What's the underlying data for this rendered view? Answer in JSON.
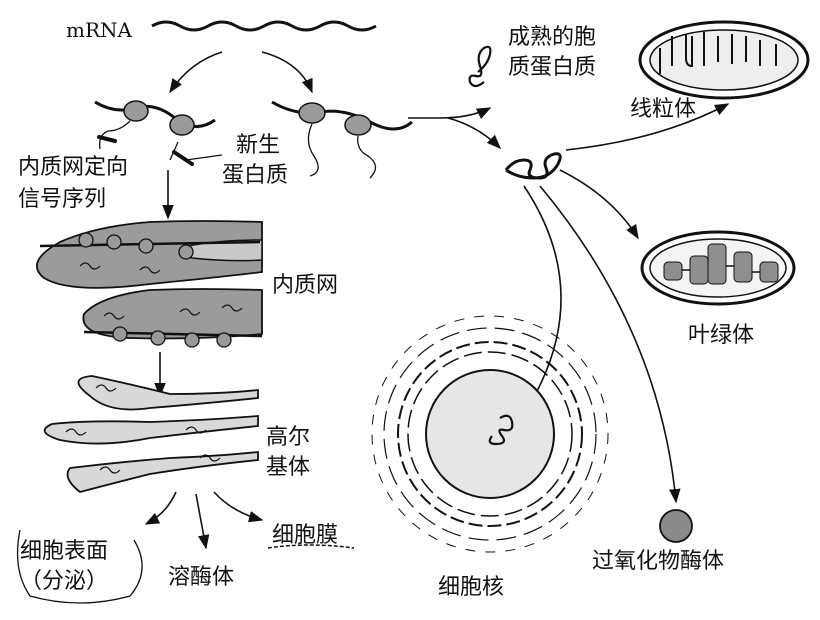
{
  "labels": {
    "mrna": "mRNA",
    "mature_protein_line1": "成熟的胞",
    "mature_protein_line2": "质蛋白质",
    "mitochondria": "线粒体",
    "new_protein_line1": "新生",
    "new_protein_line2": "蛋白质",
    "er_signal_line1": "内质网定向",
    "er_signal_line2": "信号序列",
    "er": "内质网",
    "chloroplast": "叶绿体",
    "golgi_line1": "高尔",
    "golgi_line2": "基体",
    "cell_surface_line1": "细胞表面",
    "cell_surface_line2": "（分泌）",
    "lysosome": "溶酶体",
    "cell_membrane": "细胞膜",
    "nucleus": "细胞核",
    "peroxisome": "过氧化物酶体"
  },
  "colors": {
    "ink": "#111111",
    "ribosome": "#9a9a9a",
    "er_fill": "#9b9b9b",
    "er_light": "#c9c9c9",
    "golgi_fill": "#d8d8d8",
    "nucleus_fill": "#e6e6e6",
    "peroxisome_fill": "#8a8a8a"
  }
}
